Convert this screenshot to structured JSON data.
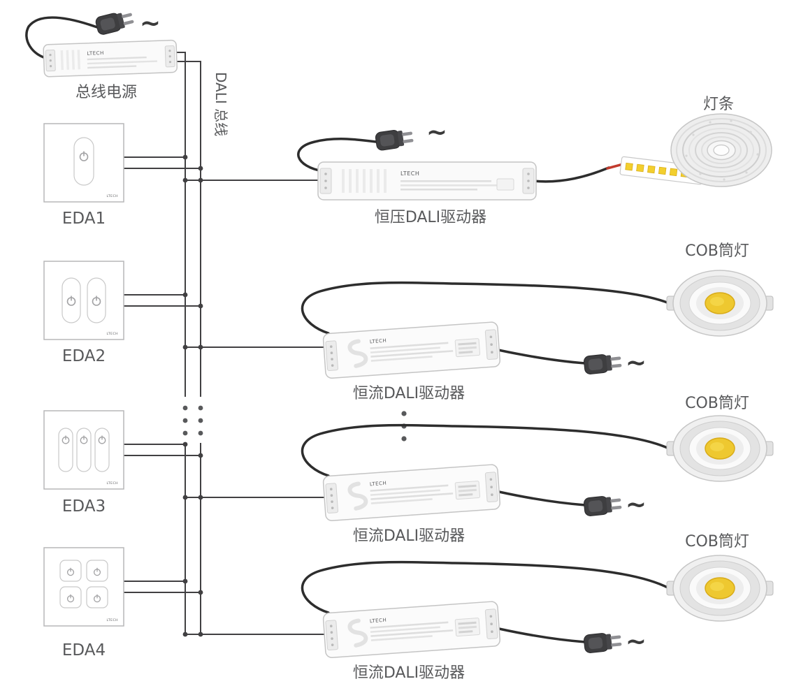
{
  "diagram": {
    "brand": "LTECH",
    "ac_symbol": "~",
    "bus_power": {
      "label": "总线电源"
    },
    "dali_bus": {
      "label": "DALI 总线"
    },
    "panels": [
      {
        "label": "EDA1"
      },
      {
        "label": "EDA2"
      },
      {
        "label": "EDA3"
      },
      {
        "label": "EDA4"
      }
    ],
    "cv_driver": {
      "label": "恒压DALI驱动器",
      "load": {
        "label": "灯条"
      }
    },
    "cc_drivers": [
      {
        "label": "恒流DALI驱动器",
        "load": {
          "label": "COB筒灯"
        }
      },
      {
        "label": "恒流DALI驱动器",
        "load": {
          "label": "COB筒灯"
        }
      },
      {
        "label": "恒流DALI驱动器",
        "load": {
          "label": "COB筒灯"
        }
      }
    ],
    "colors": {
      "bus_line": "#414042",
      "cord": "#2d2d2d",
      "label_text": "#58595b",
      "led_yellow": "#eec830",
      "wire_red": "#c23b2e"
    }
  }
}
